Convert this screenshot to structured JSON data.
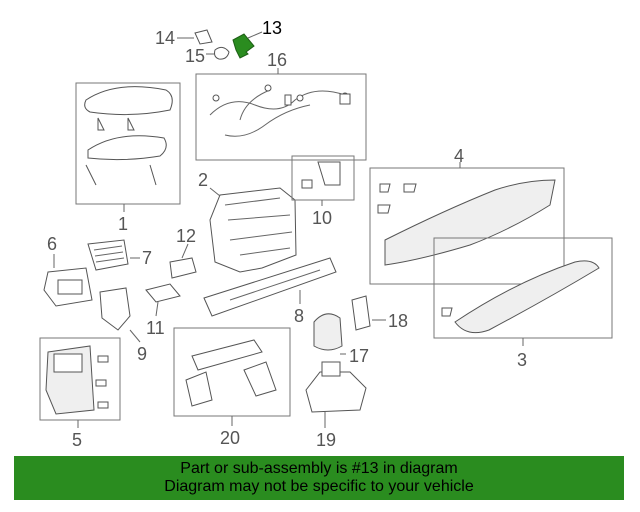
{
  "diagram": {
    "highlight_color": "#2a8c1f",
    "highlighted_part": "13",
    "callouts": [
      "1",
      "2",
      "3",
      "4",
      "5",
      "6",
      "7",
      "8",
      "9",
      "10",
      "11",
      "12",
      "13",
      "14",
      "15",
      "16",
      "17",
      "18",
      "19",
      "20"
    ]
  },
  "banner": {
    "line1": "Part or sub-assembly is #13 in diagram",
    "line2": "Diagram may not be specific to your vehicle",
    "background": "#2a8c1f"
  }
}
